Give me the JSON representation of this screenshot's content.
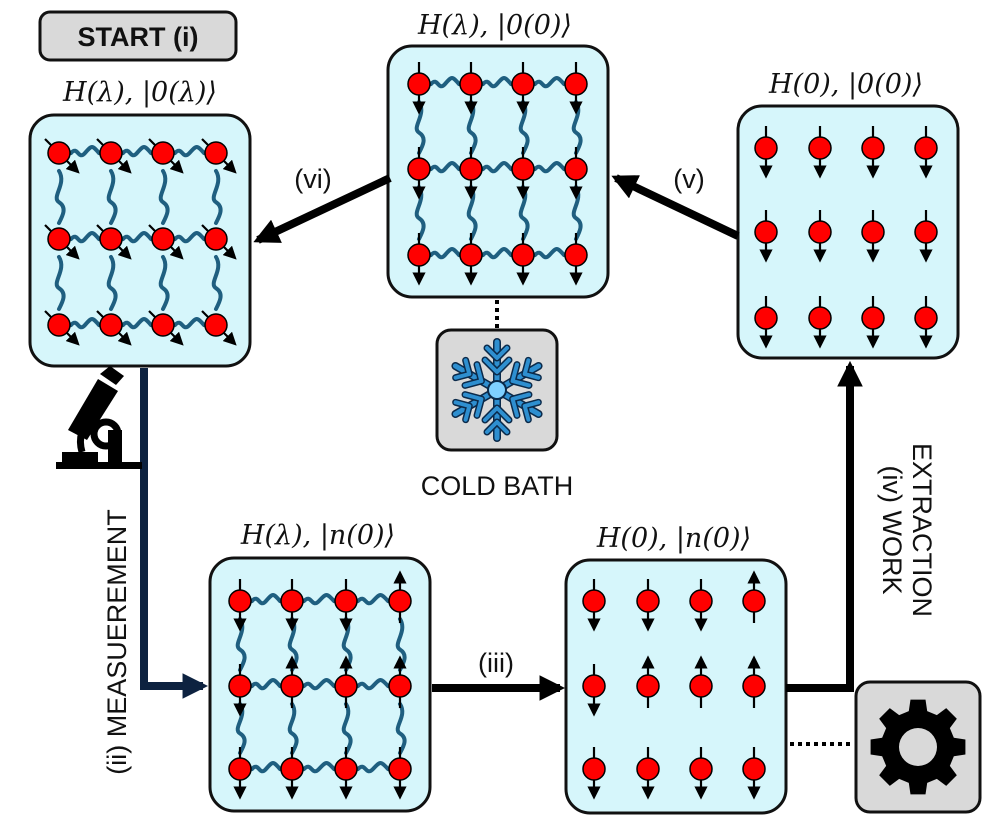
{
  "start_label": "START (i)",
  "panels": {
    "top_left": {
      "label": "H(λ), |0(λ)⟩"
    },
    "top_middle": {
      "label": "H(λ), |0(0)⟩"
    },
    "top_right": {
      "label": "H(0), |0(0)⟩"
    },
    "bottom_middle": {
      "label": "H(λ), |n(0)⟩"
    },
    "bottom_right": {
      "label": "H(0), |n(0)⟩"
    }
  },
  "steps": {
    "measurement": "(ii) MEASUEREMENT",
    "step3": "(iii)",
    "work_line1": "(iv) WORK",
    "work_line2": "EXTRACTION",
    "step5": "(v)",
    "step6": "(vi)"
  },
  "cold_bath": {
    "label": "COLD BATH",
    "icon": "snowflake-icon"
  },
  "machine": {
    "icon": "gear-icon"
  },
  "measure_device": {
    "icon": "microscope-icon"
  },
  "colors": {
    "panel": "#d6f6fb",
    "spin": "#ff0000",
    "wave": "#1f5f80",
    "flow": "#0d2240"
  }
}
